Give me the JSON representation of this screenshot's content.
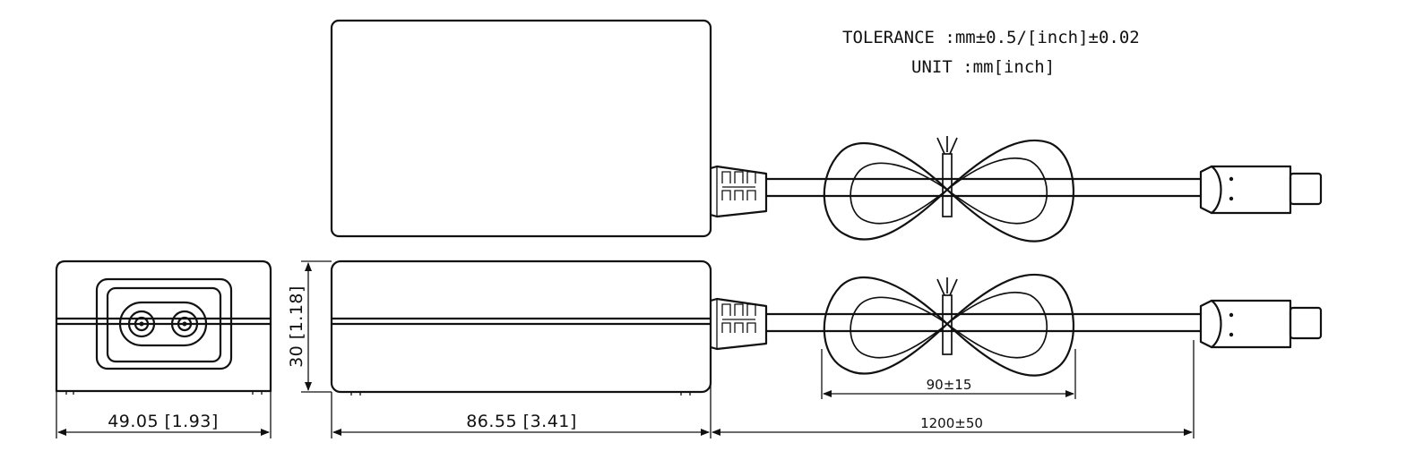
{
  "notes": {
    "tolerance": "TOLERANCE :mm±0.5/[inch]±0.02",
    "unit": "UNIT :mm[inch]"
  },
  "dimensions": {
    "depth": "49.05 [1.93]",
    "length": "86.55 [3.41]",
    "height": "30 [1.18]",
    "loop": "90±15",
    "cable": "1200±50"
  }
}
